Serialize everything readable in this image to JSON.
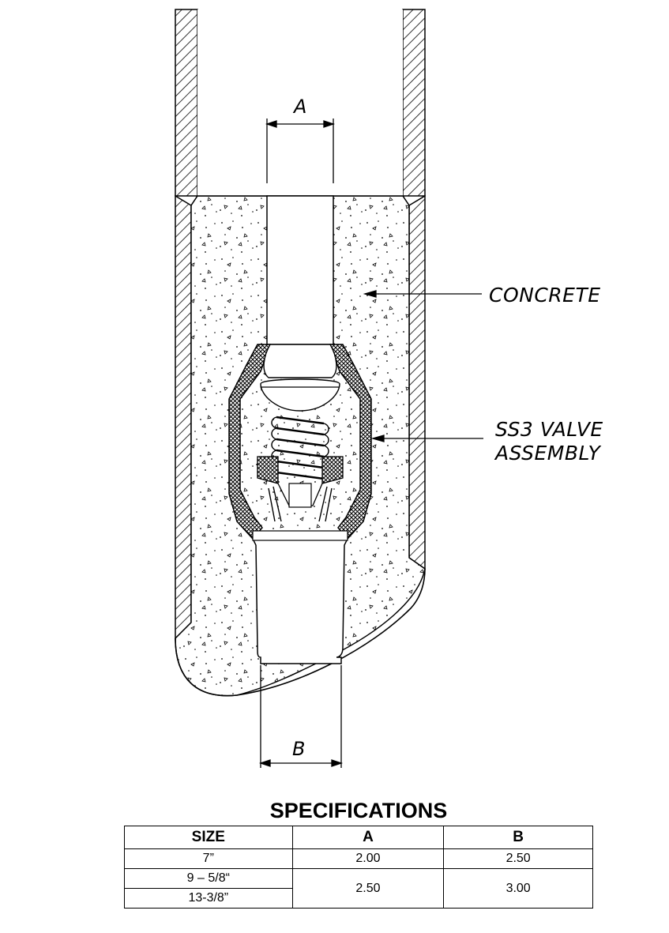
{
  "diagram": {
    "labels": {
      "concrete": "CONCRETE",
      "valve_line1": "SS3 VALVE",
      "valve_line2": "ASSEMBLY",
      "dim_a": "A",
      "dim_b": "B"
    }
  },
  "specifications": {
    "title": "SPECIFICATIONS",
    "headers": [
      "SIZE",
      "A",
      "B"
    ],
    "rows": [
      {
        "size": "7”",
        "a": "2.00",
        "b": "2.50"
      },
      {
        "size": "9 – 5/8“",
        "a": "2.50",
        "b": "3.00"
      },
      {
        "size": "13-3/8”"
      }
    ]
  }
}
